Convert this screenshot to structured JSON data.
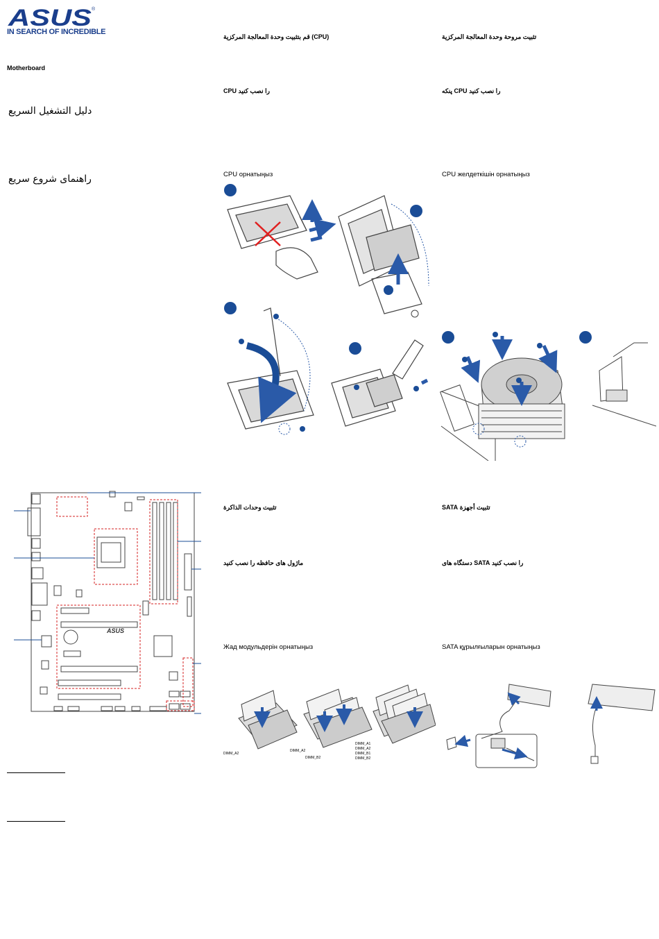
{
  "brand": {
    "logo": "ASUS",
    "tagline": "IN SEARCH OF INCREDIBLE",
    "registered": "®"
  },
  "left": {
    "product": "Motherboard",
    "guide_ar": "دليل التشغيل السريع",
    "guide_fa": "راهنمای شروع سریع",
    "board_logo": "ASUS"
  },
  "cpu": {
    "ar": "(CPU) قم بتثبيت وحدة المعالجة المركزية",
    "fa_prefix": "را نصب كنيد",
    "fa_cpu": "CPU",
    "kz": "CPU орнатыңыз"
  },
  "fan": {
    "ar": "تثبيت مروحة وحدة المعالجة المركزية",
    "fa_prefix": "پنكه",
    "fa_cpu": "CPU",
    "fa_suffix": "را نصب كنيد",
    "kz": "CPU желдеткішін орнатыңыз"
  },
  "memory": {
    "ar": "تثبيت وحدات الذاكرة",
    "fa": "ماژول های حافظه را نصب كنيد",
    "kz": "Жад модульдерін орнатыңыз",
    "slot_labels": {
      "single": "DIMM_A2",
      "dual_a": "DIMM_A2",
      "dual_b": "DIMM_B2",
      "quad": [
        "DIMM_A1",
        "DIMM_A2",
        "DIMM_B1",
        "DIMM_B2"
      ]
    }
  },
  "sata": {
    "ar_sata": "SATA",
    "ar": "تثبيت أجهزة",
    "fa_prefix": "دستگاه های",
    "fa_sata": "SATA",
    "fa_suffix": "را نصب كنيد",
    "kz": "SATA құрылғыларын орнатыңыз"
  },
  "colors": {
    "brand_blue": "#1a3e8c",
    "step_blue": "#1a4c96",
    "arrow_blue": "#2a5aa8",
    "red_dash": "#d62020",
    "line_gray": "#444444"
  },
  "icons": [
    "asus-logo",
    "step-badge",
    "down-arrow-icon",
    "push-arrow-icon",
    "cross-mark-icon"
  ]
}
